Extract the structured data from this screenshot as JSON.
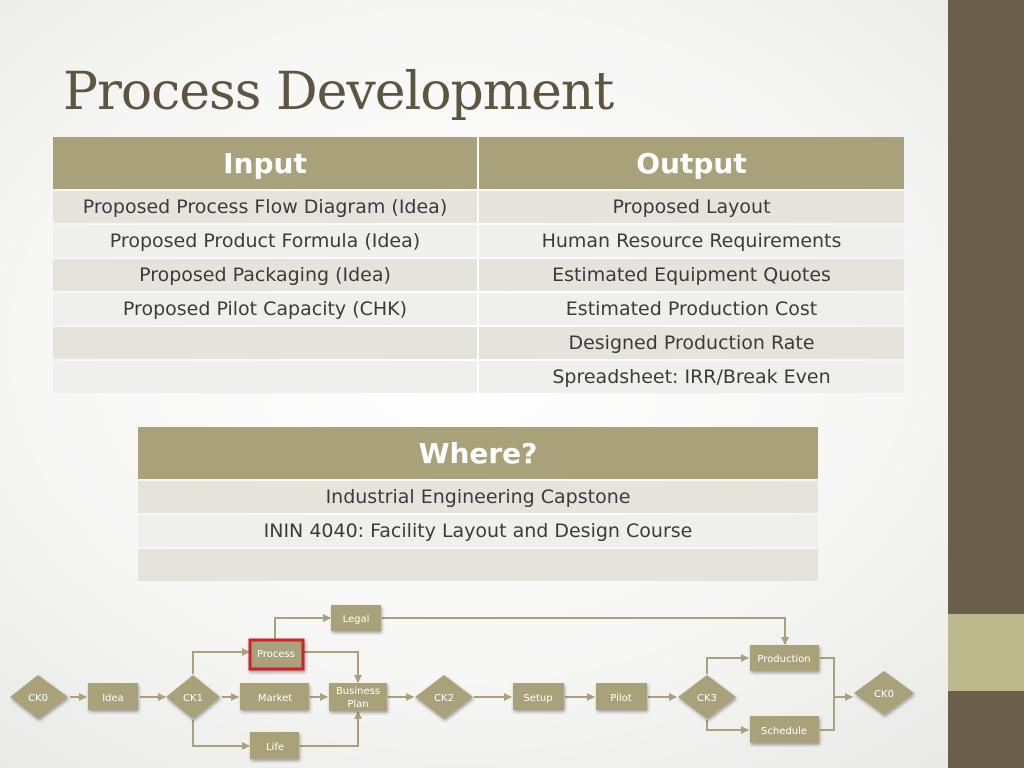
{
  "slide": {
    "title": "Process Development"
  },
  "io_table": {
    "headers": [
      "Input",
      "Output"
    ],
    "rows": [
      [
        "Proposed Process Flow Diagram (Idea)",
        "Proposed Layout"
      ],
      [
        "Proposed Product Formula (Idea)",
        "Human Resource Requirements"
      ],
      [
        "Proposed Packaging (Idea)",
        "Estimated Equipment Quotes"
      ],
      [
        "Proposed Pilot Capacity (CHK)",
        "Estimated Production Cost"
      ],
      [
        "",
        "Designed Production Rate"
      ],
      [
        "",
        "Spreadsheet: IRR/Break Even"
      ]
    ]
  },
  "where_table": {
    "header": "Where?",
    "rows": [
      "Industrial Engineering Capstone",
      "ININ 4040: Facility Layout and Design Course",
      ""
    ]
  },
  "flow": {
    "nodes": {
      "ck0_start": "CK0",
      "idea": "Idea",
      "ck1": "CK1",
      "legal": "Legal",
      "process": "Process",
      "market": "Market",
      "life": "Life",
      "business_plan_line1": "Business",
      "business_plan_line2": "Plan",
      "ck2": "CK2",
      "setup": "Setup",
      "pilot": "Pilot",
      "ck3": "CK3",
      "production": "Production",
      "schedule": "Schedule",
      "ck0_end": "CK0"
    },
    "colors": {
      "node_fill": "#a8a17a",
      "highlight": "#d0202a",
      "connector": "#a8a17a"
    }
  }
}
